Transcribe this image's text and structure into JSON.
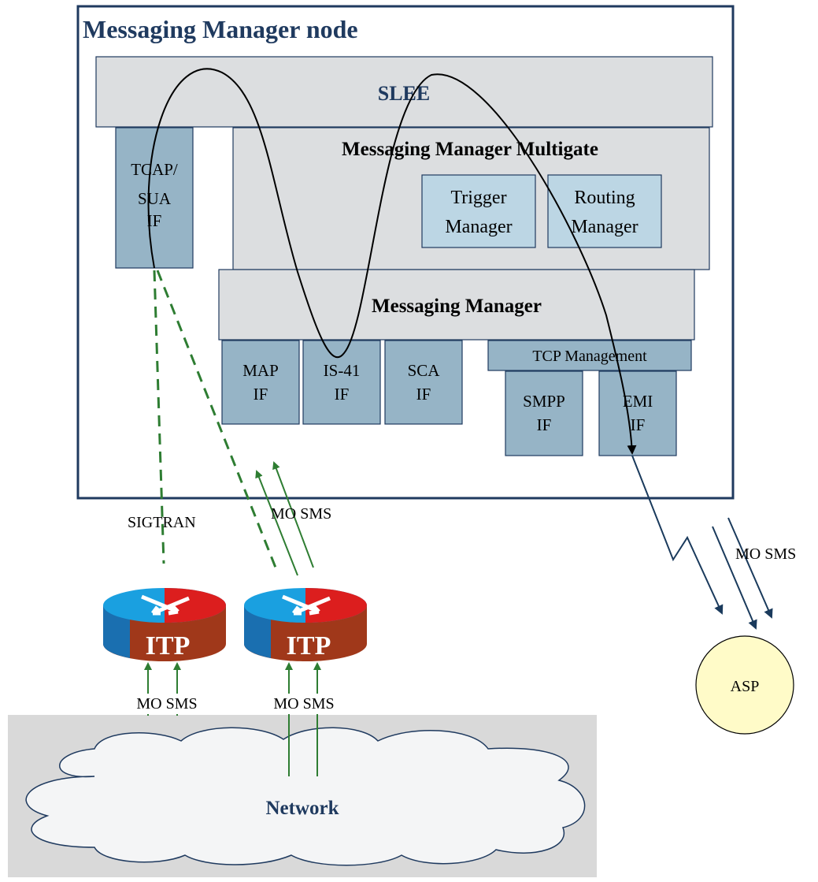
{
  "node_title": "Messaging Manager node",
  "slee": "SLEE",
  "tcap_sua": {
    "line1": "TCAP/",
    "line2": "SUA",
    "line3": "IF"
  },
  "multigate": "Messaging Manager Multigate",
  "trigger_manager": {
    "line1": "Trigger",
    "line2": "Manager"
  },
  "routing_manager": {
    "line1": "Routing",
    "line2": "Manager"
  },
  "messaging_manager": "Messaging Manager",
  "map_if": {
    "line1": "MAP",
    "line2": "IF"
  },
  "is41_if": {
    "line1": "IS-41",
    "line2": "IF"
  },
  "sca_if": {
    "line1": "SCA",
    "line2": "IF"
  },
  "tcp_management": "TCP Management",
  "smpp_if": {
    "line1": "SMPP",
    "line2": "IF"
  },
  "emi_if": {
    "line1": "EMI",
    "line2": "IF"
  },
  "sigtran": "SIGTRAN",
  "mo_sms": "MO SMS",
  "itp": "ITP",
  "asp": "ASP",
  "network": "Network",
  "colors": {
    "node_border": "#1f3a5f",
    "title": "#1f3a5f",
    "gray_box": "#dcdee0",
    "if_box": "#96b4c6",
    "inner_box": "#bcd6e4",
    "green_arrow": "#2e7d32",
    "navy_arrow": "#1a3a5c",
    "asp_fill": "#fffbc8",
    "cloud_bg": "#d9d9d9",
    "cloud_fill": "#f4f5f6",
    "router_top": "#1aa0e0",
    "router_red": "#dc1e1e",
    "router_band": "#a0381a"
  }
}
